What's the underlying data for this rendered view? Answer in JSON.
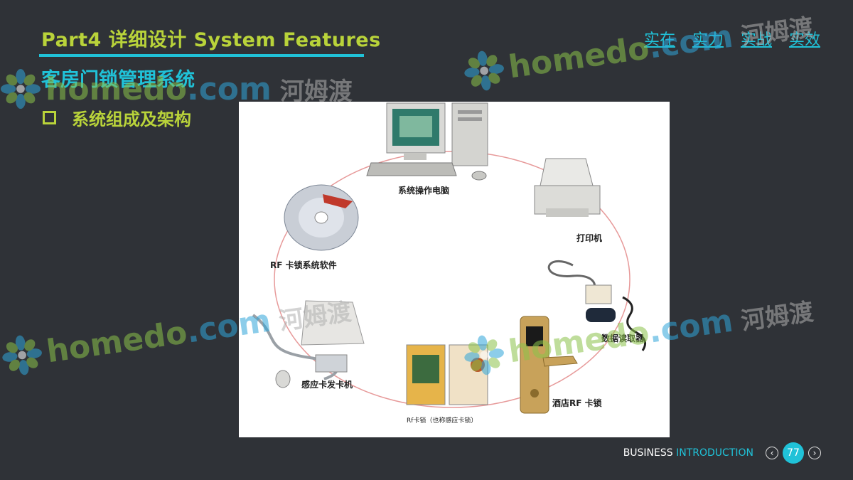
{
  "header": {
    "title": "Part4 详细设计 System Features",
    "nav": [
      "实在",
      "实力",
      "实战",
      "实效"
    ]
  },
  "subtitle": "客房门锁管理系统",
  "bullet": "系统组成及架构",
  "diagram": {
    "labels": {
      "computer": "系统操作电脑",
      "printer": "打印机",
      "software": "RF 卡锁系统软件",
      "reader": "数据读取器",
      "encoder": "感应卡发卡机",
      "card": "Rf卡锁（也称感应卡锁）",
      "lock": "酒店RF 卡锁"
    }
  },
  "watermark": {
    "home": "home",
    "do": "do",
    "com": ".com",
    "cn": "河姆渡"
  },
  "footer": {
    "business": "BUSINESS",
    "introduction": "INTRODUCTION",
    "page": "77",
    "prev_icon": "chevron-left-icon",
    "next_icon": "chevron-right-icon"
  },
  "colors": {
    "accent_green": "#b9d33a",
    "accent_cyan": "#20c2d8",
    "background": "#2f3237"
  }
}
